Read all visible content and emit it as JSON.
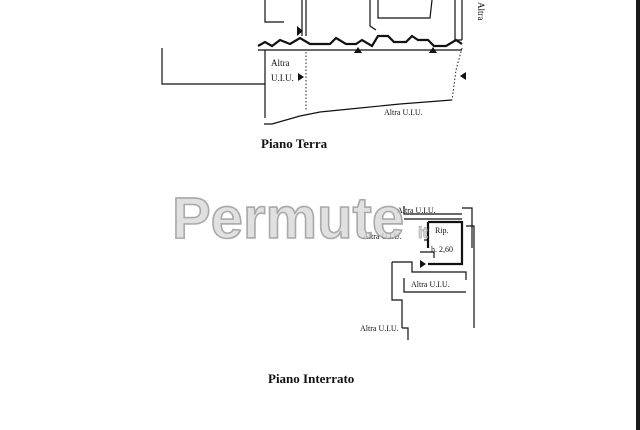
{
  "top_plan": {
    "title": "Piano Terra",
    "label_altra": "Altra",
    "label_uiu": "U.I.U.",
    "label_bottom": "Altra U.I.U.",
    "label_right_vertical": "Altra"
  },
  "bottom_plan": {
    "title": "Piano Interrato",
    "label_top": "Altra U.I.U.",
    "label_left": "Altra U.I.U.",
    "label_room": "Rip.",
    "label_height": "h. 2,60",
    "label_inner": "Altra U.I.U.",
    "label_bottom": "Altra U.I.U."
  },
  "watermark": {
    "brand": "Permute",
    "suffix": "it"
  },
  "colors": {
    "ink": "#111111",
    "background": "#ffffff",
    "watermark_fill": "#d6d6d6",
    "watermark_stroke": "#8c8c8c"
  }
}
